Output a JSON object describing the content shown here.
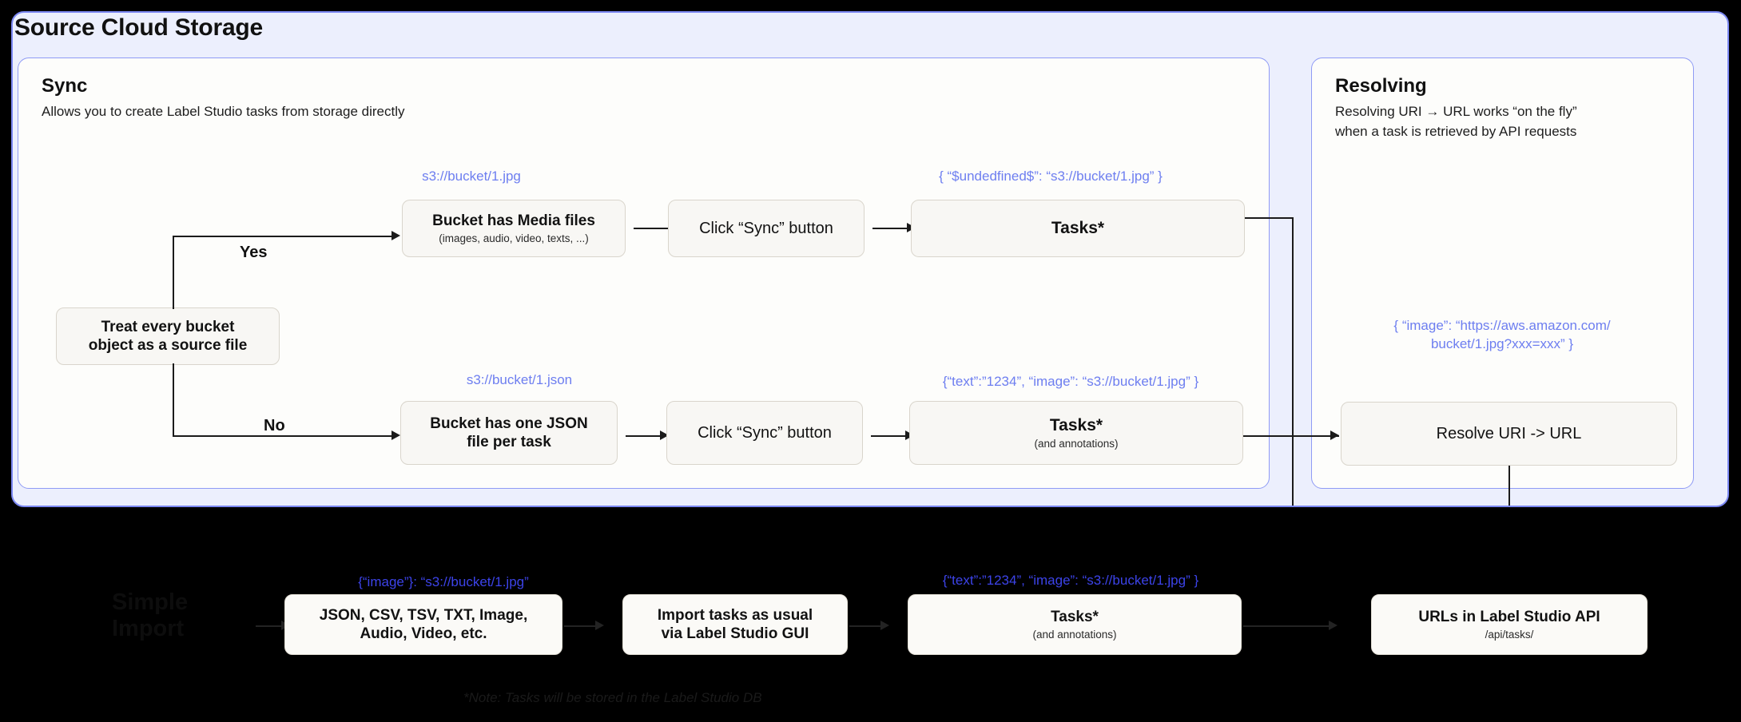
{
  "outer": {
    "title": "Source Cloud Storage"
  },
  "sync": {
    "title": "Sync",
    "subtitle": "Allows you to create Label Studio tasks from storage directly",
    "decision_node": "Treat every bucket\nobject as a source file",
    "yes_label": "Yes",
    "no_label": "No",
    "yes_branch": {
      "annotation": "s3://bucket/1.jpg",
      "node_title": "Bucket has Media files",
      "node_sub": "(images, audio, video, texts, ...)",
      "sync_button": "Click “Sync” button",
      "tasks_annotation": "{ “$undedfined$”: “s3://bucket/1.jpg” }",
      "tasks_title": "Tasks*"
    },
    "no_branch": {
      "annotation": "s3://bucket/1.json",
      "node_title": "Bucket has one JSON\nfile per task",
      "sync_button": "Click “Sync” button",
      "tasks_annotation": "{“text”:”1234”,  “image”: “s3://bucket/1.jpg” }",
      "tasks_title": "Tasks*",
      "tasks_sub": "(and annotations)"
    }
  },
  "resolving": {
    "title": "Resolving",
    "subtitle": "Resolving URI → URL works “on the fly”\nwhen a task is retrieved by API requests",
    "annotation": "{ “image”: “https://aws.amazon.com/\nbucket/1.jpg?xxx=xxx” }",
    "resolve_node": "Resolve URI -> URL"
  },
  "simple_import": {
    "label": "Simple\nImport",
    "formats_annotation": "{“image”}: “s3://bucket/1.jpg”",
    "formats_node": "JSON, CSV, TSV, TXT, Image,\nAudio, Video, etc.",
    "import_node": "Import tasks as usual\nvia Label Studio GUI",
    "tasks_annotation": "{“text”:”1234”,  “image”: “s3://bucket/1.jpg” }",
    "tasks_title": "Tasks*",
    "tasks_sub": "(and annotations)",
    "api_node_title": "URLs in Label Studio API",
    "api_node_sub": "/api/tasks/"
  },
  "footer": {
    "note": "*Note: Tasks will be stored in the Label Studio DB"
  },
  "colors": {
    "panel_bg": "#eceffd",
    "panel_border": "#7b87f2",
    "card_bg": "#fdfdfb",
    "node_bg": "#f8f7f4",
    "annotation": "#6d7ef0",
    "annotation_strong": "#3c43e8",
    "background": "#000000"
  }
}
